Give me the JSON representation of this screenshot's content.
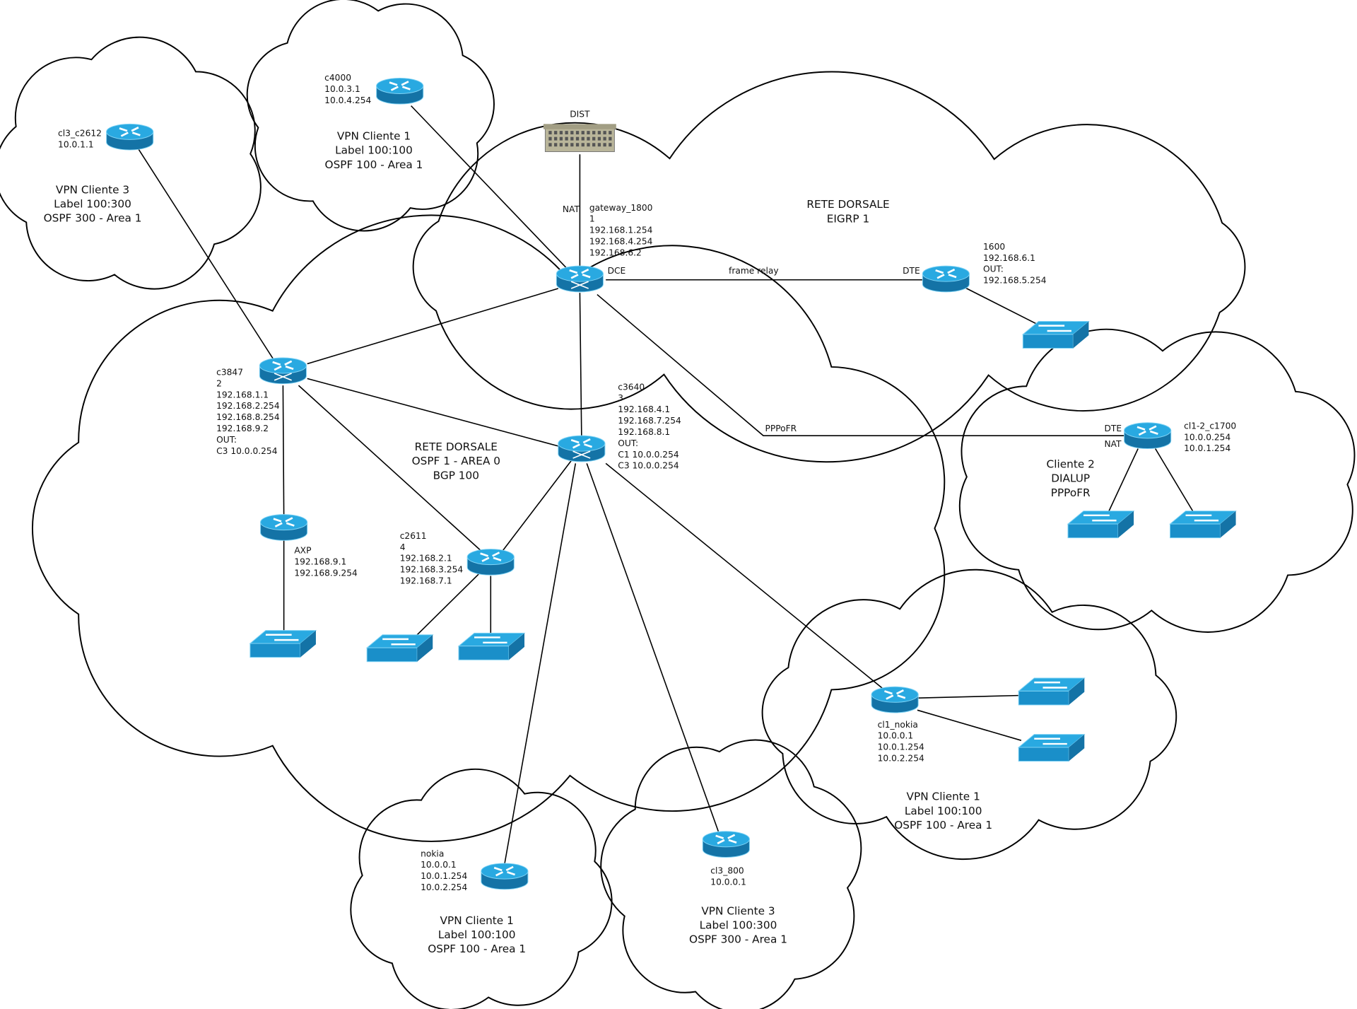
{
  "colors": {
    "device_top": "#29a9e1",
    "device_side": "#1473a6",
    "device_outline": "#7fd3f5",
    "building": "#b9b59a"
  },
  "building": {
    "label": "DIST",
    "icon": "building-icon"
  },
  "clouds": [
    {
      "id": "backbone-ospf",
      "lines": [
        "RETE DORSALE",
        "OSPF 1 - AREA 0",
        "BGP 100"
      ]
    },
    {
      "id": "backbone-eigrp",
      "lines": [
        "RETE DORSALE",
        "EIGRP 1"
      ]
    },
    {
      "id": "vpn-c2612",
      "lines": [
        "VPN Cliente 3",
        "Label 100:300",
        "OSPF 300 - Area 1"
      ]
    },
    {
      "id": "vpn-c4000",
      "lines": [
        "VPN Cliente 1",
        "Label 100:100",
        "OSPF 100 - Area 1"
      ]
    },
    {
      "id": "cliente2",
      "lines": [
        "Cliente 2",
        "DIALUP",
        "PPPoFR"
      ]
    },
    {
      "id": "vpn-cl1-nokia",
      "lines": [
        "VPN Cliente 1",
        "Label 100:100",
        "OSPF 100 - Area 1"
      ]
    },
    {
      "id": "vpn-nokia",
      "lines": [
        "VPN Cliente 1",
        "Label 100:100",
        "OSPF 100 - Area 1"
      ]
    },
    {
      "id": "vpn-cl3-800",
      "lines": [
        "VPN Cliente 3",
        "Label 100:300",
        "OSPF 300 - Area 1"
      ]
    }
  ],
  "nodes": [
    {
      "id": "cl3_c2612",
      "type": "router",
      "lines": [
        "cl3_c2612",
        "10.0.1.1"
      ]
    },
    {
      "id": "c4000",
      "type": "router",
      "lines": [
        "c4000",
        "10.0.3.1",
        "10.0.4.254"
      ]
    },
    {
      "id": "gateway_1800",
      "type": "router-switch",
      "lines": [
        "gateway_1800",
        "1",
        "192.168.1.254",
        "192.168.4.254",
        "192.168.6.2"
      ]
    },
    {
      "id": "1600",
      "type": "router",
      "lines": [
        "1600",
        "192.168.6.1",
        "OUT:",
        "192.168.5.254"
      ]
    },
    {
      "id": "c3847",
      "type": "router-switch",
      "lines": [
        "c3847",
        "2",
        "192.168.1.1",
        "192.168.2.254",
        "192.168.8.254",
        "192.168.9.2",
        "OUT:",
        "C3 10.0.0.254"
      ]
    },
    {
      "id": "c3640",
      "type": "router-switch",
      "lines": [
        "c3640",
        "3",
        "192.168.4.1",
        "192.168.7.254",
        "192.168.8.1",
        "OUT:",
        "C1 10.0.0.254",
        "C3 10.0.0.254"
      ]
    },
    {
      "id": "axp",
      "type": "router",
      "lines": [
        "AXP",
        "192.168.9.1",
        "192.168.9.254"
      ]
    },
    {
      "id": "c2611",
      "type": "router",
      "lines": [
        "c2611",
        "4",
        "192.168.2.1",
        "192.168.3.254",
        "192.168.7.1"
      ]
    },
    {
      "id": "cl1-2_c1700",
      "type": "router",
      "lines": [
        "cl1-2_c1700",
        "10.0.0.254",
        "10.0.1.254"
      ]
    },
    {
      "id": "cl1_nokia",
      "type": "router",
      "lines": [
        "cl1_nokia",
        "10.0.0.1",
        "10.0.1.254",
        "10.0.2.254"
      ]
    },
    {
      "id": "nokia",
      "type": "router",
      "lines": [
        "nokia",
        "10.0.0.1",
        "10.0.1.254",
        "10.0.2.254"
      ]
    },
    {
      "id": "cl3_800",
      "type": "router",
      "lines": [
        "cl3_800",
        "10.0.0.1"
      ]
    }
  ],
  "link_labels": {
    "nat_gateway": "NAT",
    "dce": "DCE",
    "frame_relay": "frame relay",
    "dte_1600": "DTE",
    "pppofr": "PPPoFR",
    "dte_c1700": "DTE",
    "nat_c1700": "NAT"
  }
}
